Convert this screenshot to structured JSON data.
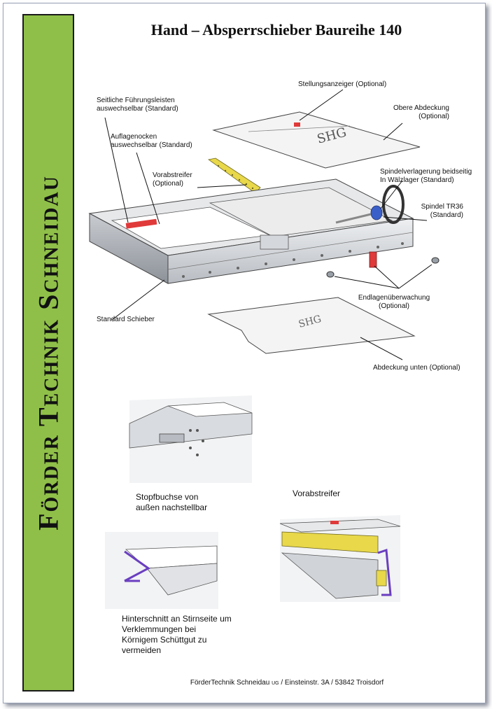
{
  "sidebar": {
    "company": "Förder Technik Schneidau"
  },
  "title": "Hand – Absperrschieber Baureihe 140",
  "labels": {
    "stellungsanzeiger": "Stellungsanzeiger (Optional)",
    "obere_abdeckung_1": "Obere Abdeckung",
    "obere_abdeckung_2": "(Optional)",
    "fuehrung_1": "Seitliche Führungsleisten",
    "fuehrung_2": "auswechselbar (Standard)",
    "nocken_1": "Auflagenocken",
    "nocken_2": "auswechselbar (Standard)",
    "vorab_1": "Vorabstreifer",
    "vorab_2": "(Optional)",
    "spindel_lager_1": "Spindelverlagerung beidseitig",
    "spindel_lager_2": "In Wälzlager (Standard)",
    "spindel_1": "Spindel TR36",
    "spindel_2": "(Standard)",
    "endlage_1": "Endlagenüberwachung",
    "endlage_2": "(Optional)",
    "standard": "Standard Schieber",
    "abdeckung_unten": "Abdeckung unten (Optional)"
  },
  "captions": {
    "stopf_1": "Stopfbuchse von",
    "stopf_2": "außen nachstellbar",
    "vorab": "Vorabstreifer",
    "hinter_1": "Hinterschnitt an Stirnseite um",
    "hinter_2": "Verklemmungen bei",
    "hinter_3": "Körnigem Schüttgut zu",
    "hinter_4": "vermeiden"
  },
  "footer": {
    "left": "FörderTechnik Schneidau",
    "ug": "UG",
    "right": "/ Einsteinstr. 3A / 53842 Troisdorf"
  },
  "colors": {
    "sidebar": "#8fbf49",
    "accent_red": "#e03a3a",
    "accent_yellow": "#e8d84a",
    "accent_blue": "#3a5fc8",
    "accent_purple": "#6a3fc0"
  }
}
